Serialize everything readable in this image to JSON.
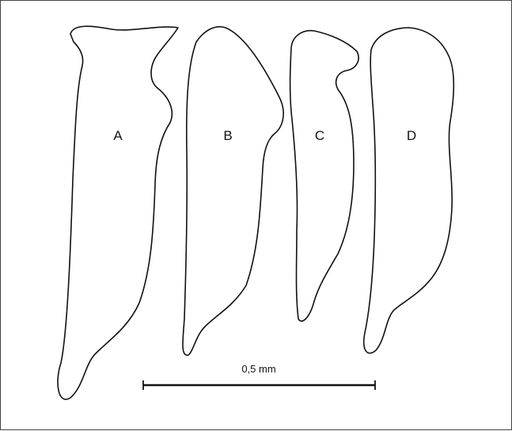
{
  "specimens": [
    {
      "id": "a",
      "label": "A"
    },
    {
      "id": "b",
      "label": "B"
    },
    {
      "id": "c",
      "label": "C"
    },
    {
      "id": "d",
      "label": "D"
    }
  ],
  "scale_bar": {
    "label": "0,5 mm"
  }
}
